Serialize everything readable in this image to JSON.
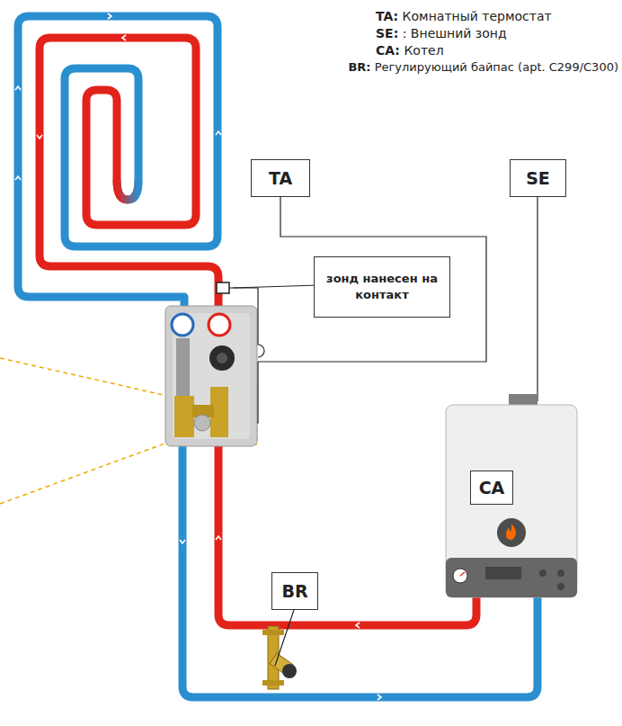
{
  "diagram": {
    "nodes": [
      {
        "text": [
          "TA"
        ]
      },
      {
        "text": [
          "SE"
        ]
      },
      {
        "text": [
          "зонд нанесен на контакт"
        ]
      },
      {
        "text": [
          "CA"
        ]
      },
      {
        "text": [
          "BR"
        ]
      }
    ],
    "labels": [
      "TA: Комнатный термостат",
      "SE: : Внешний зонд",
      "CA: Котел",
      "BR: Регулирующий байпас (apt. C299/C300)"
    ]
  }
}
